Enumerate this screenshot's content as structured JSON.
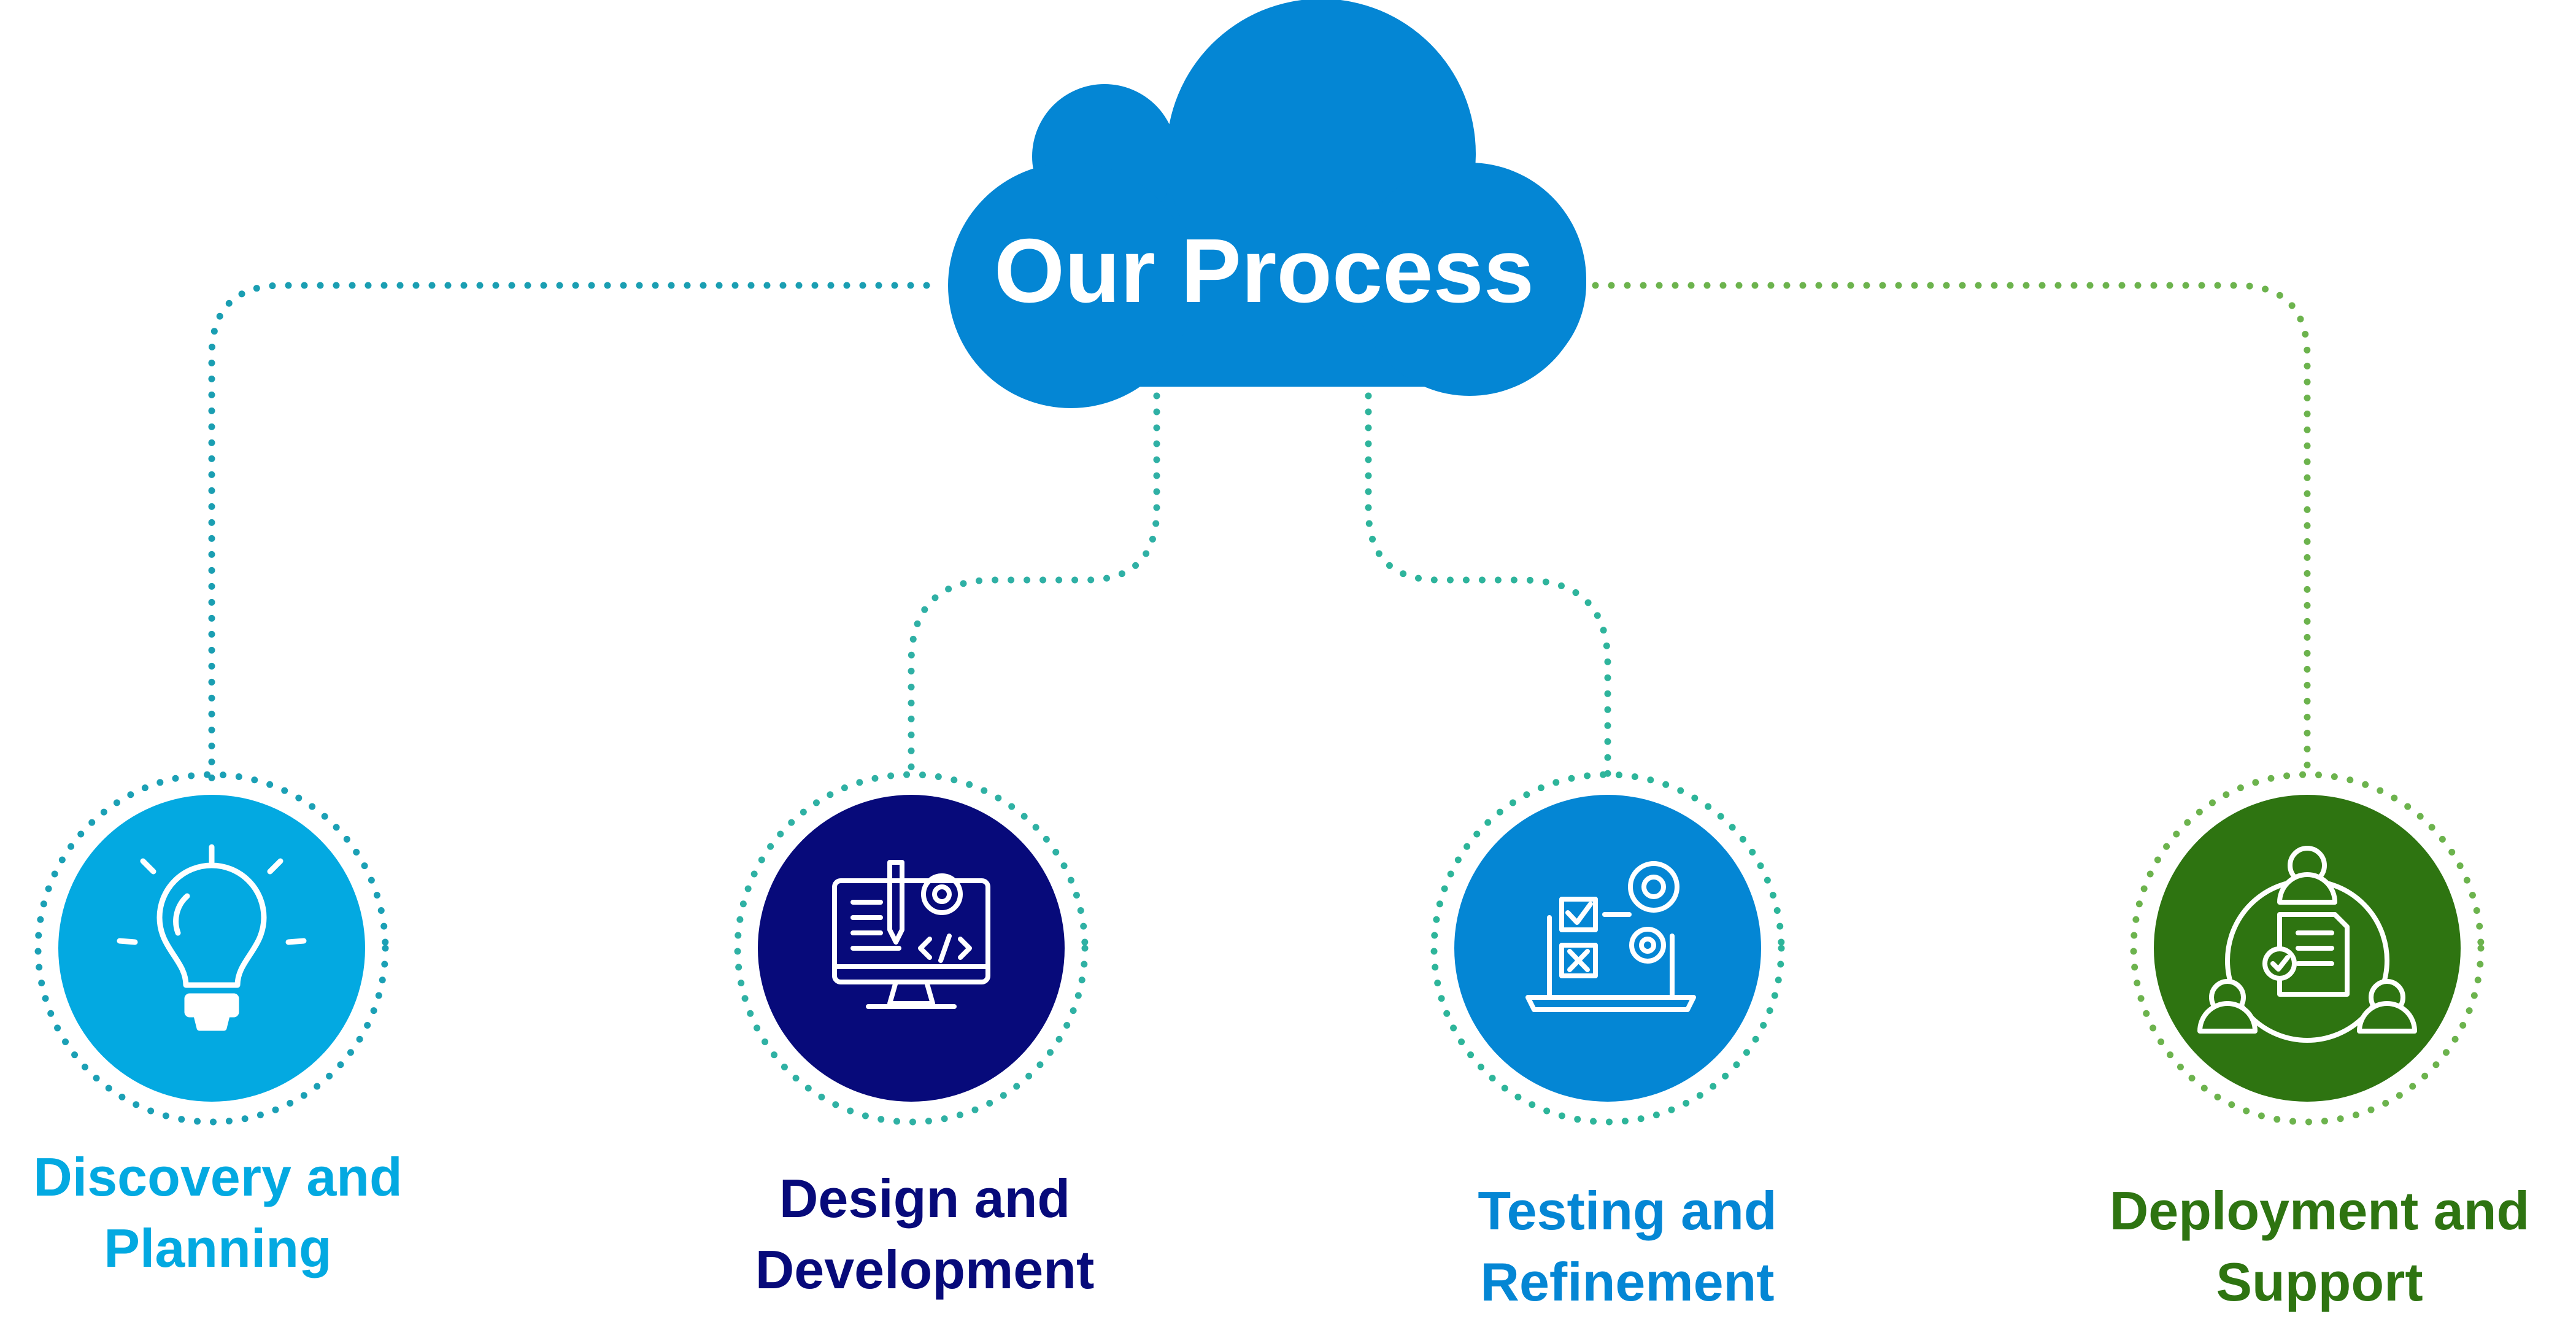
{
  "title": "Our Process",
  "colors": {
    "cloud": "#0486d4",
    "white": "#ffffff"
  },
  "steps": [
    {
      "label": "Discovery and\nPlanning",
      "icon": "lightbulb-icon",
      "color": "#03a9e1",
      "text_color": "#03a9e1",
      "dot_color": "#1ba0b5"
    },
    {
      "label": "Design and\nDevelopment",
      "icon": "monitor-code-icon",
      "color": "#070a7a",
      "text_color": "#070a7a",
      "dot_color": "#2fb1a4"
    },
    {
      "label": "Testing and\nRefinement",
      "icon": "laptop-checklist-gear-icon",
      "color": "#0486d4",
      "text_color": "#0486d4",
      "dot_color": "#2db59a"
    },
    {
      "label": "Deployment and\nSupport",
      "icon": "team-document-icon",
      "color": "#2e7411",
      "text_color": "#2e7411",
      "dot_color": "#6cb34d"
    }
  ]
}
